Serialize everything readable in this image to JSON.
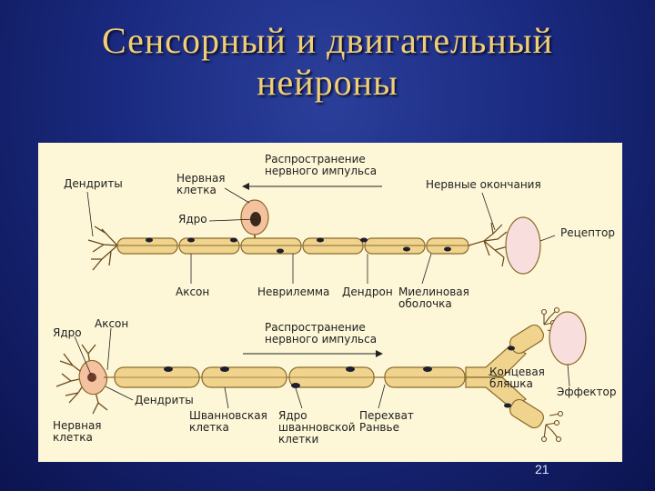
{
  "title": {
    "line1": "Сенсорный и двигательный",
    "line2": "нейроны"
  },
  "sensory": {
    "dendrites": "Дендриты",
    "nerve_cell": [
      "Нервная",
      "клетка"
    ],
    "impulse": [
      "Распространение",
      "нервного импульса"
    ],
    "nerve_endings": "Нервные окончания",
    "nucleus": "Ядро",
    "receptor": "Рецептор",
    "axon": "Аксон",
    "neurilemma": "Неврилемма",
    "dendron": "Дендрон",
    "myelin": [
      "Миелиновая",
      "оболочка"
    ]
  },
  "motor": {
    "nucleus": "Ядро",
    "axon": "Аксон",
    "impulse": [
      "Распространение",
      "нервного импульса"
    ],
    "end_plate": [
      "Концевая",
      "бляшка"
    ],
    "effector": "Эффектор",
    "dendrites": "Дендриты",
    "nerve_cell": [
      "Нервная",
      "клетка"
    ],
    "schwann_cell": [
      "Шванновская",
      "клетка"
    ],
    "schwann_nucleus": [
      "Ядро",
      "шванновской",
      "клетки"
    ],
    "ranvier": [
      "Перехват",
      "Ранвье"
    ]
  },
  "page_number": "21",
  "colors": {
    "background": "#1a2a80",
    "title": "#f2cf73",
    "panel": "#fdf7d7",
    "myelin": "#f0d48e",
    "cell_body": "#f5c2a0",
    "receptor": "#f9dede"
  }
}
